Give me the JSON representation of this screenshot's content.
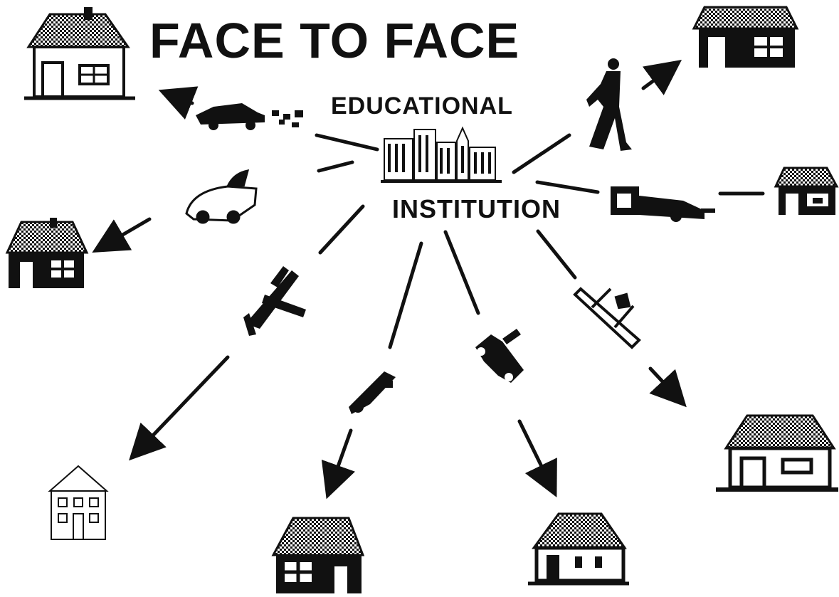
{
  "title": "FACE TO FACE",
  "center": {
    "label_top": "EDUCATIONAL",
    "label_bottom": "INSTITUTION",
    "icon": "city-skyline-icon"
  },
  "vehicles": [
    "race-car-icon",
    "walking-person-icon",
    "convertible-car-icon",
    "formula-car-icon",
    "airplane-icon",
    "rocket-car-icon",
    "motorbike-icon",
    "biplane-icon"
  ],
  "houses": [
    "house-icon",
    "house-icon",
    "house-icon",
    "house-icon",
    "house-icon",
    "house-icon",
    "house-icon",
    "house-icon"
  ],
  "colors": {
    "ink": "#111111",
    "background": "#ffffff"
  }
}
